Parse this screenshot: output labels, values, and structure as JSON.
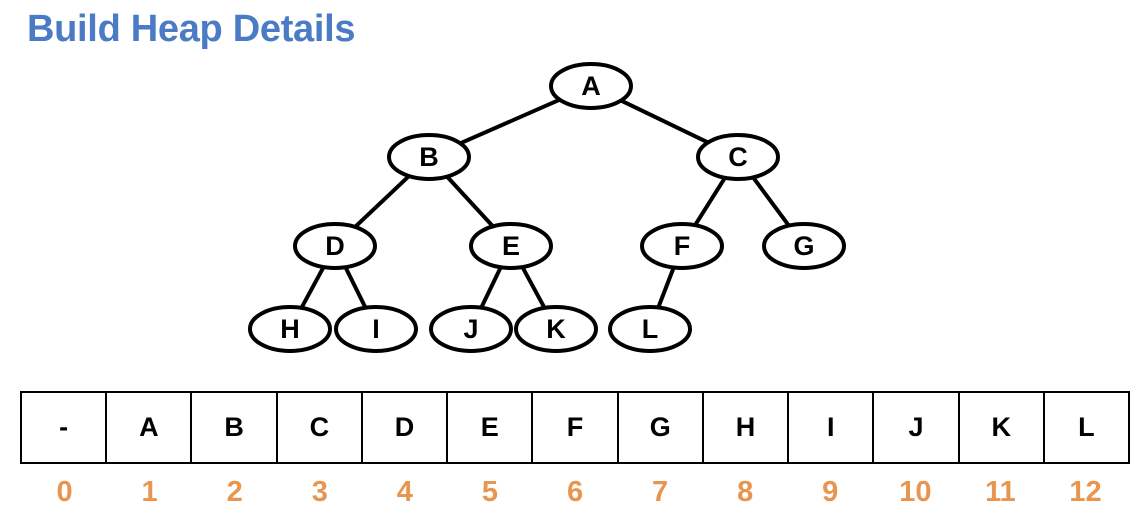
{
  "title": "Build Heap Details",
  "colors": {
    "title": "#4a7bc4",
    "index": "#e8954f",
    "stroke": "#000000",
    "node_fill": "#ffffff"
  },
  "tree": {
    "nodes": [
      "A",
      "B",
      "C",
      "D",
      "E",
      "F",
      "G",
      "H",
      "I",
      "J",
      "K",
      "L"
    ],
    "edges": [
      [
        "A",
        "B"
      ],
      [
        "A",
        "C"
      ],
      [
        "B",
        "D"
      ],
      [
        "B",
        "E"
      ],
      [
        "C",
        "F"
      ],
      [
        "C",
        "G"
      ],
      [
        "D",
        "H"
      ],
      [
        "D",
        "I"
      ],
      [
        "E",
        "J"
      ],
      [
        "E",
        "K"
      ],
      [
        "F",
        "L"
      ]
    ]
  },
  "array": {
    "cells": [
      "-",
      "A",
      "B",
      "C",
      "D",
      "E",
      "F",
      "G",
      "H",
      "I",
      "J",
      "K",
      "L"
    ],
    "indices": [
      "0",
      "1",
      "2",
      "3",
      "4",
      "5",
      "6",
      "7",
      "8",
      "9",
      "10",
      "11",
      "12"
    ]
  }
}
